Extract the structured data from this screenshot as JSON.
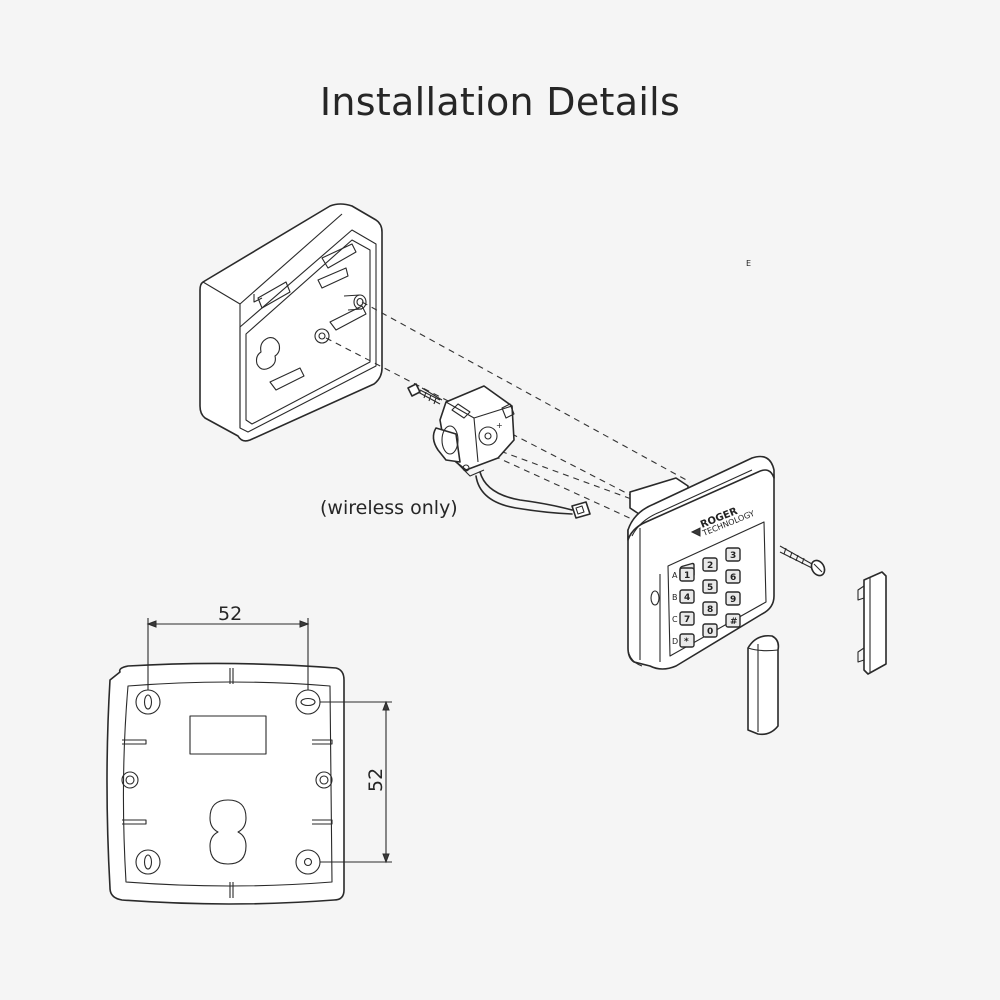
{
  "title": "Installation Details",
  "annotation_wireless": "(wireless only)",
  "dimensions": {
    "width_label": "52",
    "height_label": "52"
  },
  "keypad": {
    "brand": "ROGER",
    "brand_sub": "TECHNOLOGY",
    "row_labels": [
      "A",
      "B",
      "C",
      "D"
    ],
    "keys": [
      "1",
      "2",
      "3",
      "4",
      "5",
      "6",
      "7",
      "8",
      "9",
      "*",
      "0",
      "#"
    ]
  },
  "stray_mark": "E"
}
